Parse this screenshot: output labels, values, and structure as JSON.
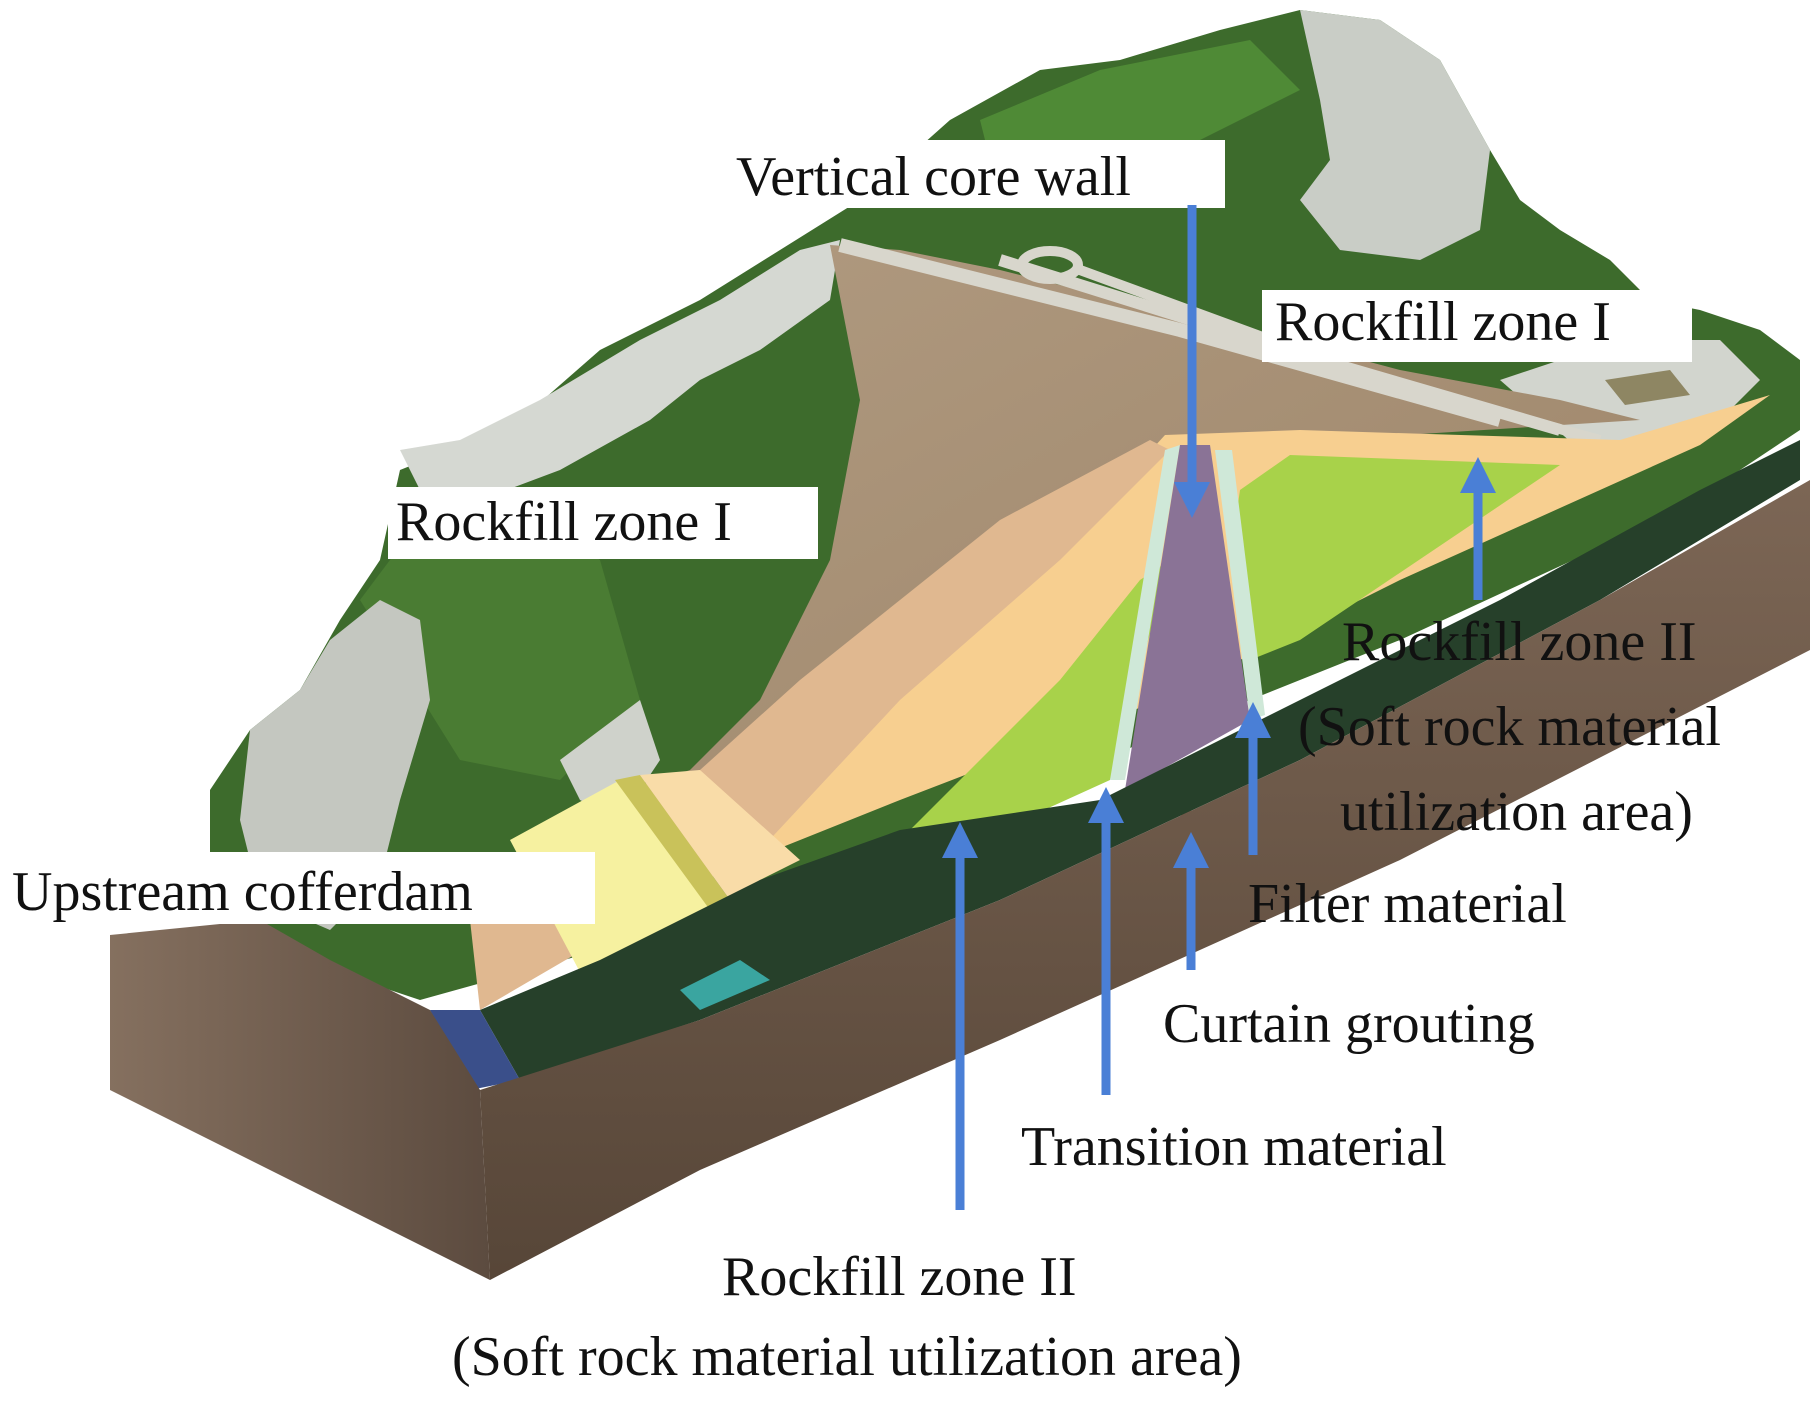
{
  "labels": {
    "vertical_core_wall": "Vertical core wall",
    "rockfill_zone_1_right": "Rockfill zone I",
    "rockfill_zone_1_left": "Rockfill zone I",
    "rockfill_zone_2_right_line1": "Rockfill zone II",
    "rockfill_zone_2_right_line2": "(Soft rock material",
    "rockfill_zone_2_right_line3": "utilization area)",
    "upstream_cofferdam": "Upstream cofferdam",
    "filter_material": "Filter material",
    "curtain_grouting": "Curtain grouting",
    "transition_material": "Transition material",
    "rockfill_zone_2_bottom_line1": "Rockfill zone II",
    "rockfill_zone_2_bottom_line2": "(Soft rock material utilization area)"
  },
  "colors": {
    "arrow": "#4a7fd6",
    "core_wall": "#8a7396",
    "rockfill_zone_1": "#f7cf90",
    "rockfill_zone_2": "#a8d24a",
    "transition": "#cfe8d8",
    "cofferdam": "#f6f1a0",
    "curtain_grouting": "#e07060",
    "vegetation": "#3d6b2c",
    "rock_face": "#c9cdc6",
    "dam_surface": "#a88f74",
    "soil": "#6e5a4c"
  }
}
